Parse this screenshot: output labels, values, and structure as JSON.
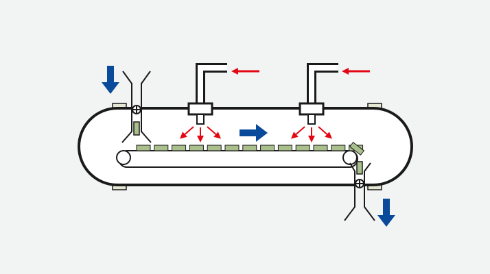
{
  "diagram": {
    "background_color": "#f2f3f3",
    "line_color": "#1a1a1a",
    "vessel_fill": "#ffffff",
    "tray_color": "#a9bf8c",
    "bracket_color": "#e4e8d2",
    "inflow_arrow_color": "#e30613",
    "flow_arrow_color": "#0a4a9a",
    "components": [
      "vacuum-vessel",
      "conveyor-belt",
      "inlet-lock",
      "outlet-lock",
      "nozzle-left",
      "nozzle-right",
      "product-trays"
    ],
    "tray_count": 13
  }
}
